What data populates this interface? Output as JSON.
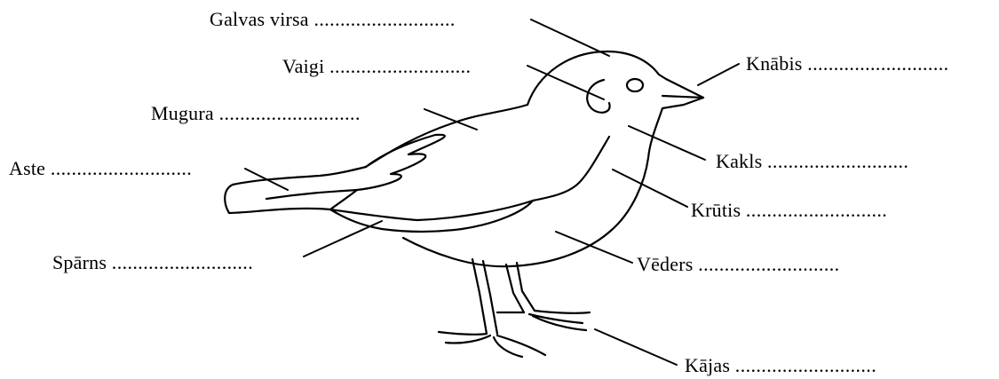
{
  "labels": {
    "crown": {
      "word": "Galvas virsa",
      "dots": "..........................."
    },
    "cheeks": {
      "word": "Vaigi",
      "dots": "..........................."
    },
    "back": {
      "word": "Mugura",
      "dots": "..........................."
    },
    "tail": {
      "word": "Aste",
      "dots": "..........................."
    },
    "wing": {
      "word": "Spārns",
      "dots": "..........................."
    },
    "beak": {
      "word": "Knābis",
      "dots": "..........................."
    },
    "neck": {
      "word": "Kakls",
      "dots": "..........................."
    },
    "breast": {
      "word": "Krūtis",
      "dots": "..........................."
    },
    "belly": {
      "word": "Vēders",
      "dots": "..........................."
    },
    "legs": {
      "word": "Kājas",
      "dots": "..........................."
    }
  }
}
